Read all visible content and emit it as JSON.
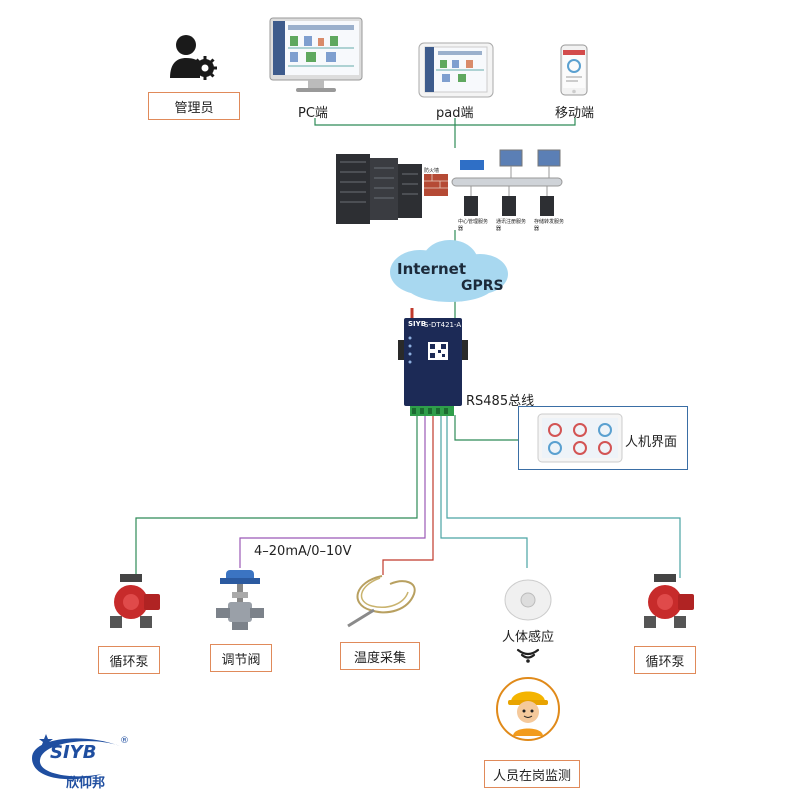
{
  "terminals": {
    "admin_label": "管理员",
    "pc_label": "PC端",
    "pad_label": "pad端",
    "mobile_label": "移动端"
  },
  "server_room": {
    "firewall_label": "防火墙",
    "server1_label": "中心管理服务器",
    "server2_label": "通讯注册服务器",
    "server3_label": "存储转发服务器"
  },
  "network": {
    "internet_label": "Internet",
    "gprs_label": "GPRS"
  },
  "device": {
    "brand": "SIYB",
    "model": "S-DT421-A",
    "bus_label": "RS485总线"
  },
  "hmi": {
    "label": "人机界面"
  },
  "signal": {
    "label": "4–20mA/0–10V"
  },
  "field_devices": {
    "pump_left_label": "循环泵",
    "valve_label": "调节阀",
    "temp_label": "温度采集",
    "sensor_label": "人体感应",
    "pump_right_label": "循环泵",
    "worker_label": "人员在岗监测"
  },
  "logo": {
    "mark": "SIYB",
    "name_cn": "欣仰邦",
    "registered": "®"
  },
  "colors": {
    "line_green": "#2e8b57",
    "line_teal": "#4aa3a3",
    "line_purple": "#9b59b6",
    "line_red": "#c0392b",
    "box_border": "#e08a5a",
    "hmi_border": "#3a6ea5",
    "cloud": "#a8d8f0",
    "logo_blue": "#1f4ea0"
  }
}
